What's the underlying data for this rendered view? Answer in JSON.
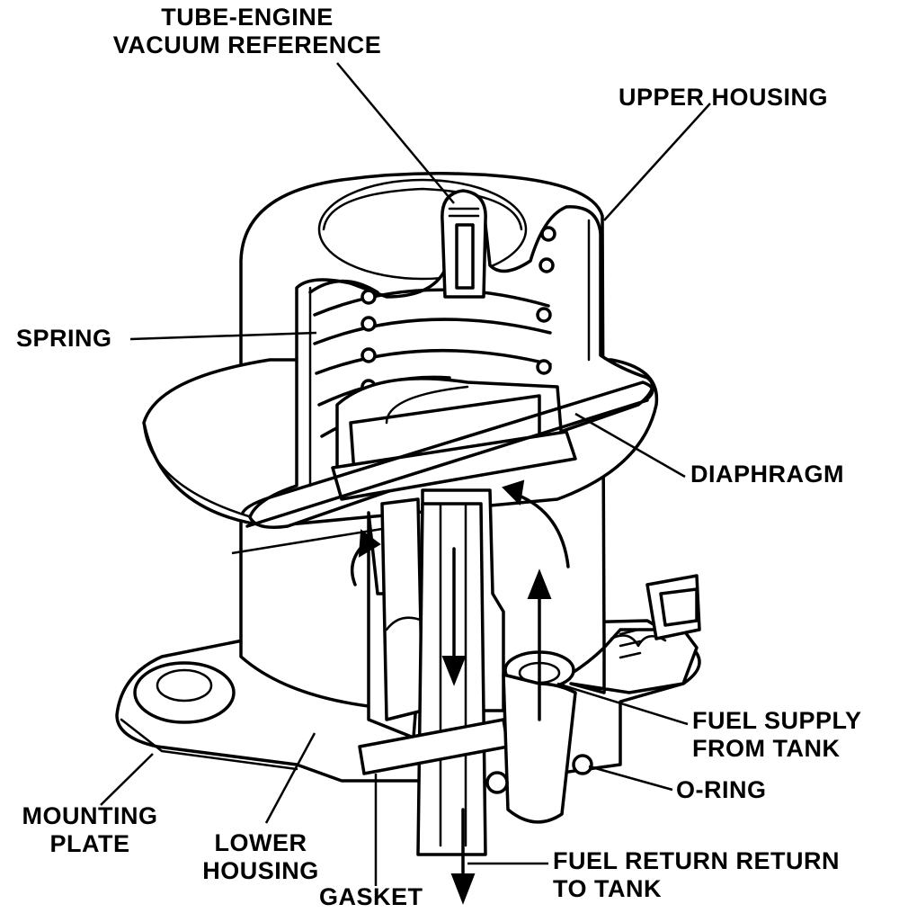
{
  "labels": {
    "tube_engine_line1": "TUBE-ENGINE",
    "tube_engine_line2": "VACUUM REFERENCE",
    "upper_housing": "UPPER HOUSING",
    "spring": "SPRING",
    "diaphragm": "DIAPHRAGM",
    "fuel_supply_line1": "FUEL SUPPLY",
    "fuel_supply_line2": "FROM TANK",
    "o_ring": "O-RING",
    "mounting_plate_line1": "MOUNTING",
    "mounting_plate_line2": "PLATE",
    "lower_housing_line1": "LOWER",
    "lower_housing_line2": "HOUSING",
    "fuel_return_line1": "FUEL RETURN RETURN",
    "fuel_return_line2": "TO TANK",
    "gasket": "GASKET"
  }
}
